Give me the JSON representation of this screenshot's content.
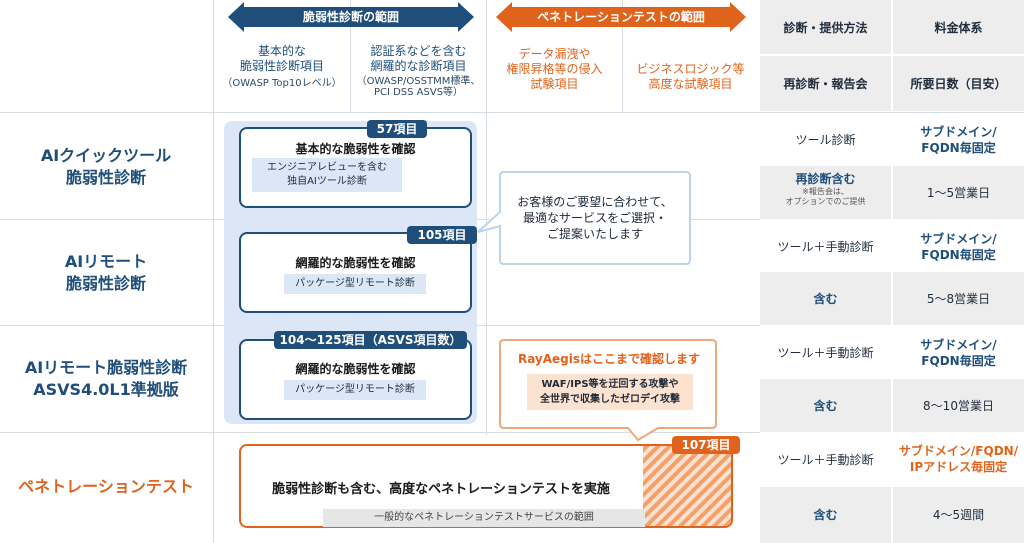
{
  "header": {
    "vuln_scope_label": "脆弱性診断の範囲",
    "pentest_scope_label": "ペネトレーションテストの範囲",
    "col1": {
      "title_line1": "基本的な",
      "title_line2": "脆弱性診断項目",
      "note": "（OWASP Top10レベル）"
    },
    "col2": {
      "title_line1": "認証系などを含む",
      "title_line2": "網羅的な診断項目",
      "note_line1": "（OWASP/OSSTMM標準、",
      "note_line2": "PCI DSS ASVS等）"
    },
    "col3": {
      "line1": "データ漏洩や",
      "line2": "権限昇格等の侵入",
      "line3": "試験項目"
    },
    "col4": {
      "line1": "ビジネスロジック等",
      "line2": "高度な試験項目"
    },
    "right_top_1": "診断・提供方法",
    "right_top_2": "料金体系",
    "right_bottom_1": "再診断・報告会",
    "right_bottom_2": "所要日数（目安）"
  },
  "rows": [
    {
      "label_line1": "AIクイックツール",
      "label_line2": "脆弱性診断",
      "method": "ツール診断",
      "pricing_line1": "サブドメイン/",
      "pricing_line2": "FQDN毎固定",
      "rediag": "再診断含む",
      "rediag_note_line1": "※報告会は、",
      "rediag_note_line2": "オプションでのご提供",
      "days": "1〜5営業日"
    },
    {
      "label_line1": "AIリモート",
      "label_line2": "脆弱性診断",
      "method": "ツール＋手動診断",
      "pricing_line1": "サブドメイン/",
      "pricing_line2": "FQDN毎固定",
      "rediag": "含む",
      "days": "5〜8営業日"
    },
    {
      "label_line1": "AIリモート脆弱性診断",
      "label_line2": "ASVS4.0L1準拠版",
      "method": "ツール＋手動診断",
      "pricing_line1": "サブドメイン/",
      "pricing_line2": "FQDN毎固定",
      "rediag": "含む",
      "days": "8〜10営業日"
    },
    {
      "label_line1": "ペネトレーションテスト",
      "method": "ツール＋手動診断",
      "pricing_line1": "サブドメイン/FQDN/",
      "pricing_line2": "IPアドレス毎固定",
      "rediag": "含む",
      "days": "4〜5週間"
    }
  ],
  "cards": {
    "quick": {
      "badge": "57項目",
      "title": "基本的な脆弱性を確認",
      "chip_line1": "エンジニアレビューを含む",
      "chip_line2": "独自AIツール診断"
    },
    "remote": {
      "badge": "105項目",
      "title": "網羅的な脆弱性を確認",
      "chip": "パッケージ型リモート診断"
    },
    "asvs": {
      "badge": "104〜125項目（ASVS項目数）",
      "title": "網羅的な脆弱性を確認",
      "chip": "パッケージ型リモート診断"
    },
    "pentest": {
      "badge": "107項目",
      "title": "脆弱性診断も含む、高度なペネトレーションテストを実施",
      "bar": "一般的なペネトレーションテストサービスの範囲"
    }
  },
  "callouts": {
    "service": {
      "line1": "お客様のご要望に合わせて、",
      "line2": "最適なサービスをご選択・",
      "line3": "ご提案いたします"
    },
    "rayaegis": {
      "title": "RayAegisはここまで確認します",
      "chip_line1": "WAF/IPS等を迂回する攻撃や",
      "chip_line2": "全世界で収集したゼロデイ攻撃"
    }
  },
  "colors": {
    "navy": "#1e4e79",
    "orange": "#e0631c",
    "light_blue": "#dbe7f6",
    "gray": "#ededed"
  }
}
